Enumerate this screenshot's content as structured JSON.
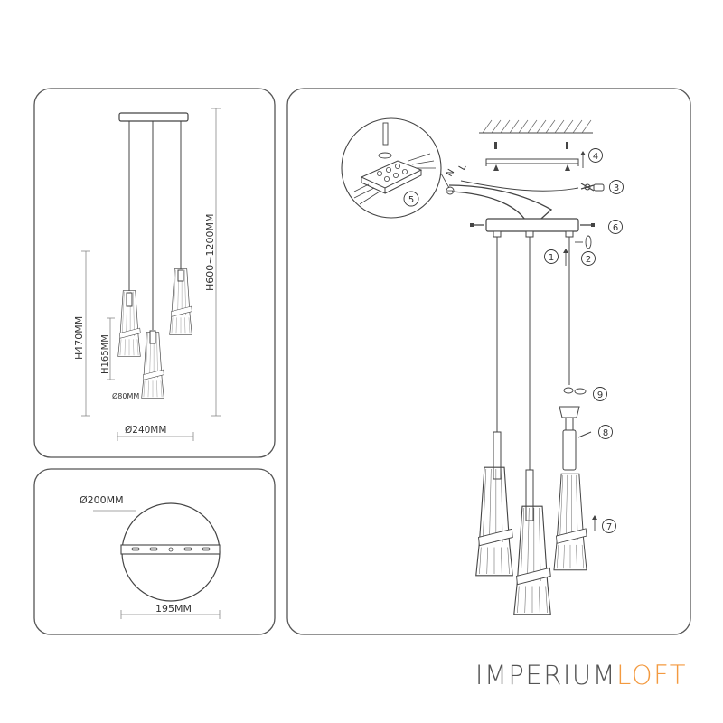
{
  "dimensions": {
    "overall_height": "H600~1200MM",
    "shade_range_height": "H470MM",
    "shade_height": "H165MM",
    "shade_diameter": "Ø80MM",
    "spread_diameter": "Ø240MM",
    "canopy_diameter": "Ø200MM",
    "canopy_bar_length": "195MM"
  },
  "install": {
    "wire_labels": {
      "neutral": "N",
      "live": "L"
    },
    "steps": [
      "1",
      "2",
      "3",
      "4",
      "5",
      "6",
      "7",
      "8",
      "9"
    ]
  },
  "brand": {
    "part1": "IMPERIUM",
    "part2": "LOFT",
    "accent_color": "#f39a40",
    "base_color": "#555555"
  }
}
